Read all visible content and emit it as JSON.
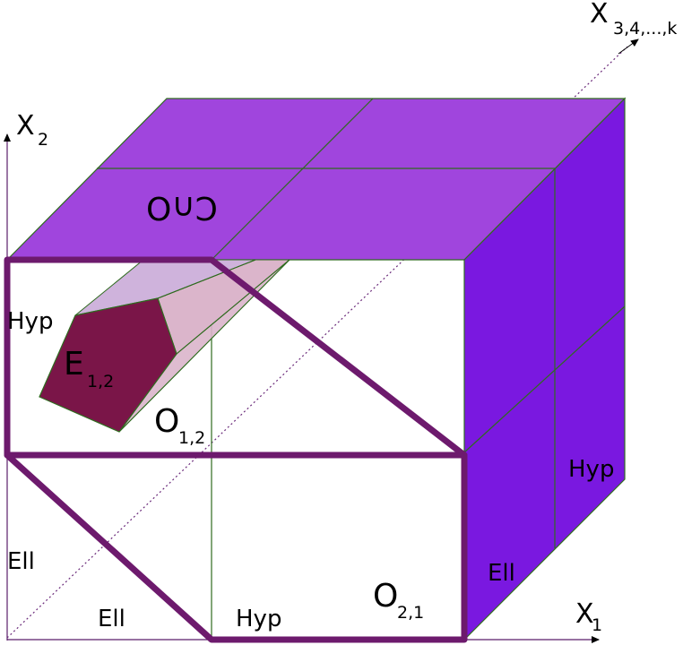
{
  "axes": {
    "x1": {
      "main": "X",
      "sub": "1"
    },
    "x2": {
      "main": "X",
      "sub": "2"
    },
    "xk": {
      "main": "X",
      "sub": "3,4,...,k"
    }
  },
  "top_face_label": "C∩O",
  "regions": {
    "hyp_left": "Hyp",
    "hyp_right": "Hyp",
    "hyp_bottom": "Hyp",
    "ell_left": "Ell",
    "ell_bottom": "Ell",
    "ell_right": "Ell",
    "e12": {
      "main": "E",
      "sub": "1,2"
    },
    "o12": {
      "main": "O",
      "sub": "1,2"
    },
    "o21": {
      "main": "O",
      "sub": "2,1"
    }
  },
  "colors": {
    "top_face": "#a045dd",
    "right_face": "#7a18e0",
    "grid_line": "#2f6b1f",
    "thick_outline": "#6d1a6d",
    "pentagon": "#7a1548",
    "prism_side": "#dbb5cb",
    "prism_top": "#cfb3dc",
    "axis": "#5a1f6a"
  }
}
